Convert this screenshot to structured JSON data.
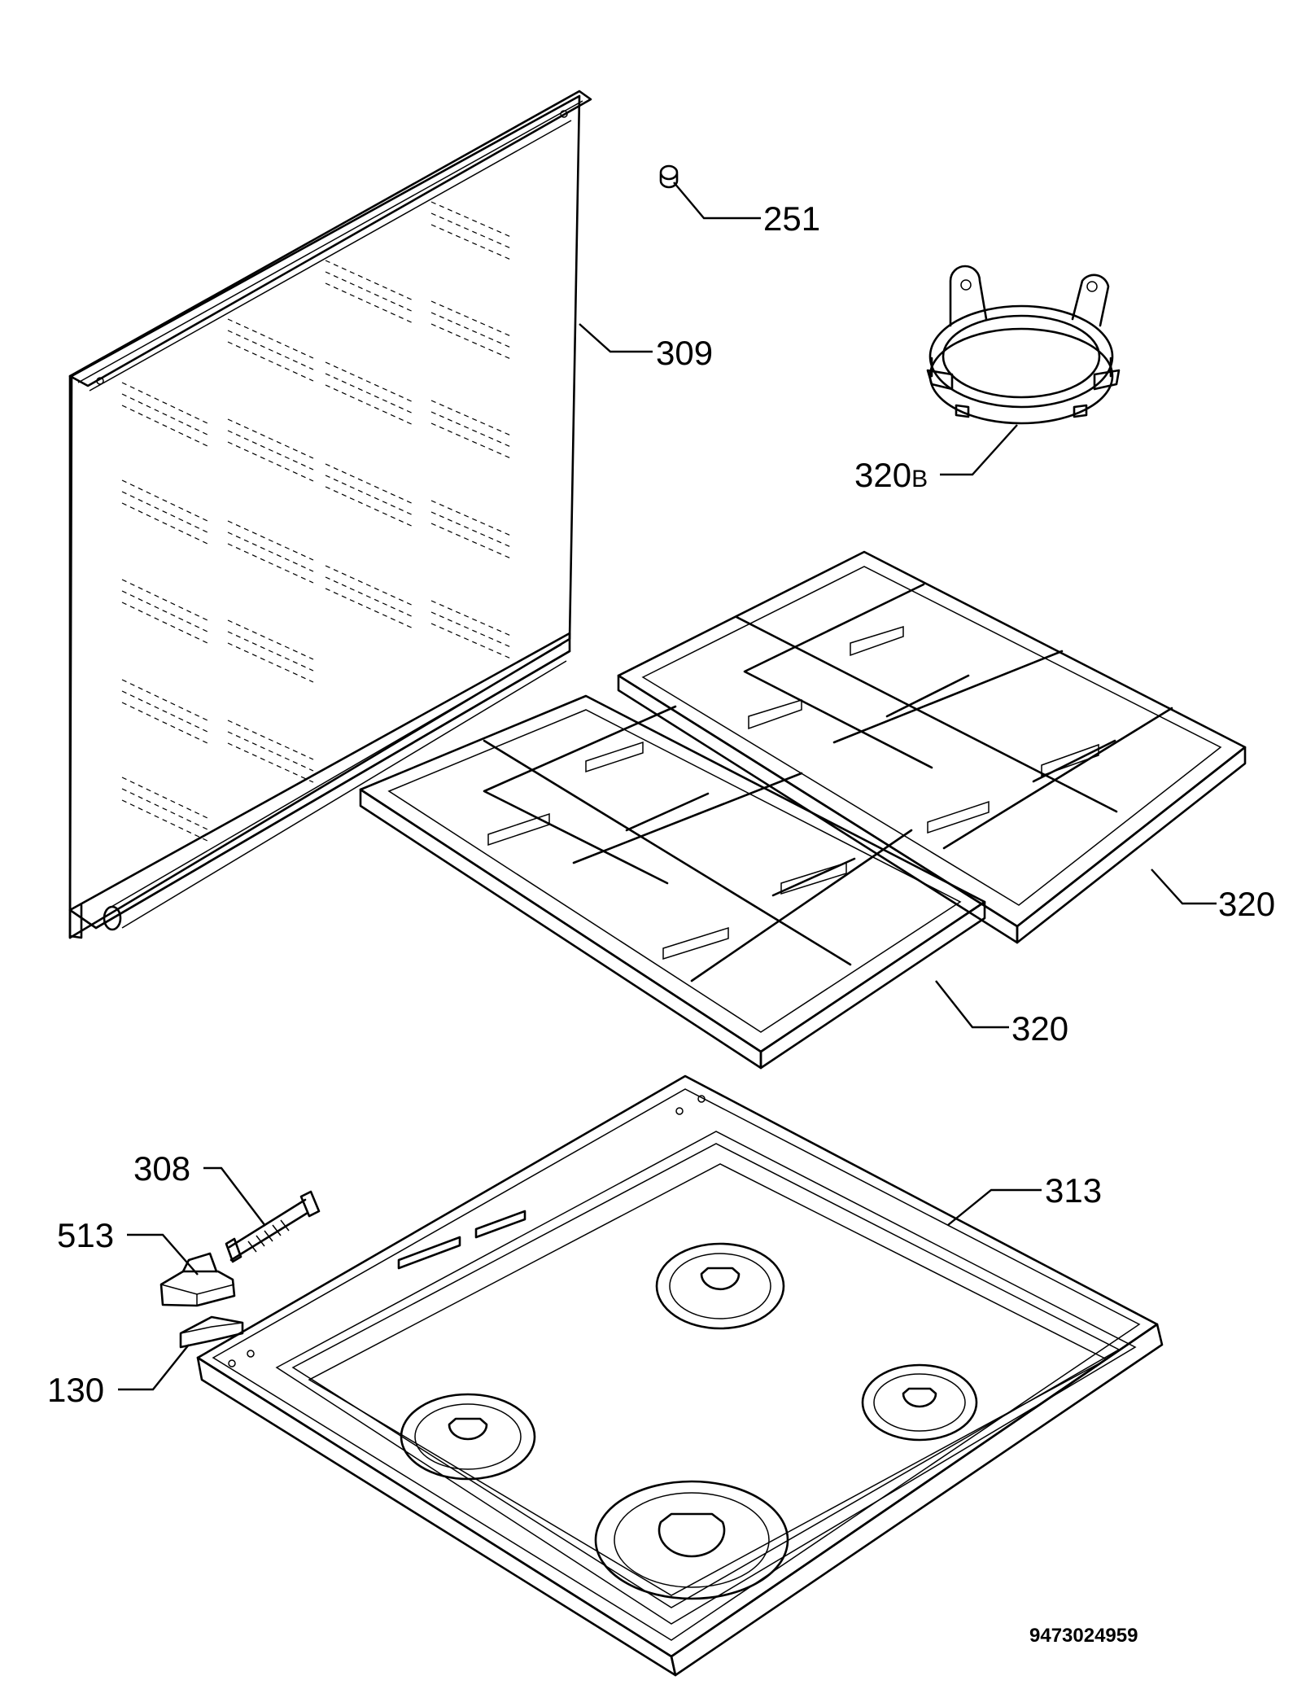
{
  "callouts": {
    "c251": "251",
    "c309": "309",
    "c320b_num": "320",
    "c320b_suffix": "B",
    "c320_upper": "320",
    "c320_lower": "320",
    "c308": "308",
    "c313": "313",
    "c513": "513",
    "c130": "130"
  },
  "document_number": "9473024959"
}
